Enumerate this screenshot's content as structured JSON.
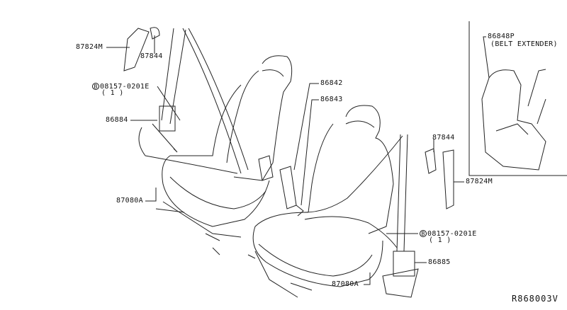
{
  "callouts": {
    "retractor_upper_left": "87824M",
    "guide_left": "87844",
    "bolt_left": {
      "prefix": "B",
      "part": "08157-0201E",
      "qty": "( 1 )"
    },
    "buckle_left": "86884",
    "buckle_center_1": "86842",
    "buckle_center_2": "86843",
    "bolt_cover_left": "87080A",
    "extender": {
      "part": "86848P",
      "desc": "(BELT EXTENDER)"
    },
    "guide_right": "87844",
    "retractor_right": "87824M",
    "bolt_right": {
      "prefix": "B",
      "part": "08157-0201E",
      "qty": "( 1 )"
    },
    "buckle_right": "86885",
    "bolt_cover_right": "87080A"
  },
  "diagram_code": "R868003V"
}
